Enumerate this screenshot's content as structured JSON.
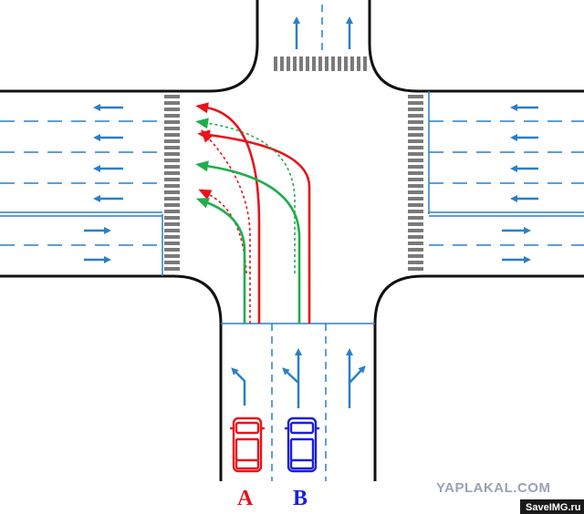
{
  "diagram": {
    "title": "Intersection left-turn lane diagram",
    "cars": [
      {
        "id": "car-a",
        "label": "A",
        "color": "#e8131b"
      },
      {
        "id": "car-b",
        "label": "B",
        "color": "#1a1ee0"
      }
    ],
    "path_colors": {
      "car_a": "#e8131b",
      "car_b": "#1fae4c"
    },
    "lane_marking_color": "#2a7fc9",
    "road_edge_color": "#111111",
    "crosswalk_color": "#7a7a7a"
  },
  "watermarks": {
    "main": "YAPLAKAL.COM",
    "badge": "SaveIMG.ru"
  }
}
